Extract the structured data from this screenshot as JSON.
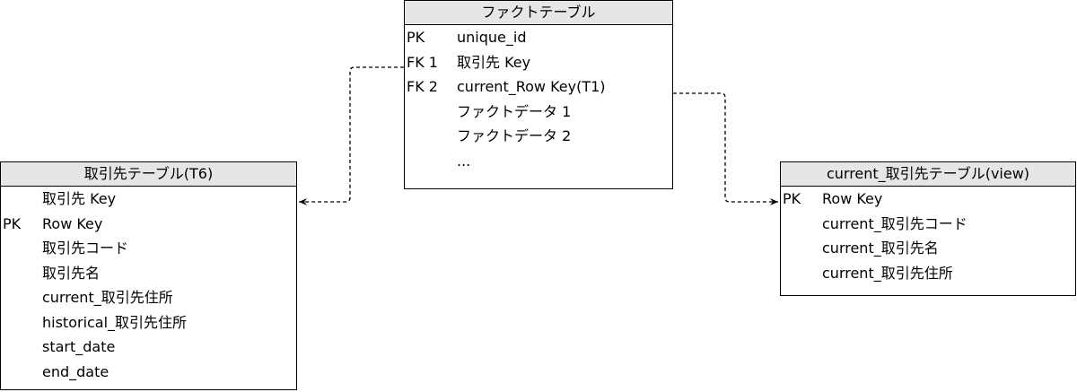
{
  "fact_table": {
    "title": "ファクトテーブル",
    "rows": [
      {
        "key": "PK",
        "field": "unique_id"
      },
      {
        "key": "FK 1",
        "field": "取引先 Key"
      },
      {
        "key": "FK 2",
        "field": "current_Row Key(T1)"
      },
      {
        "key": "",
        "field": "ファクトデータ 1"
      },
      {
        "key": "",
        "field": "ファクトデータ 2"
      },
      {
        "key": "",
        "field": "..."
      }
    ]
  },
  "torihiki_table": {
    "title": "取引先テーブル(T6)",
    "rows": [
      {
        "key": "",
        "field": "取引先 Key"
      },
      {
        "key": "PK",
        "field": "Row Key"
      },
      {
        "key": "",
        "field": "取引先コード"
      },
      {
        "key": "",
        "field": "取引先名"
      },
      {
        "key": "",
        "field": "current_取引先住所"
      },
      {
        "key": "",
        "field": "historical_取引先住所"
      },
      {
        "key": "",
        "field": "start_date"
      },
      {
        "key": "",
        "field": "end_date"
      }
    ]
  },
  "current_table": {
    "title": "current_取引先テーブル(view)",
    "rows": [
      {
        "key": "PK",
        "field": "Row Key"
      },
      {
        "key": "",
        "field": "current_取引先コード"
      },
      {
        "key": "",
        "field": "current_取引先名"
      },
      {
        "key": "",
        "field": "current_取引先住所"
      }
    ]
  },
  "colors": {
    "header_fill": "#e6e6e6",
    "border": "#000000",
    "background": "#ffffff"
  }
}
